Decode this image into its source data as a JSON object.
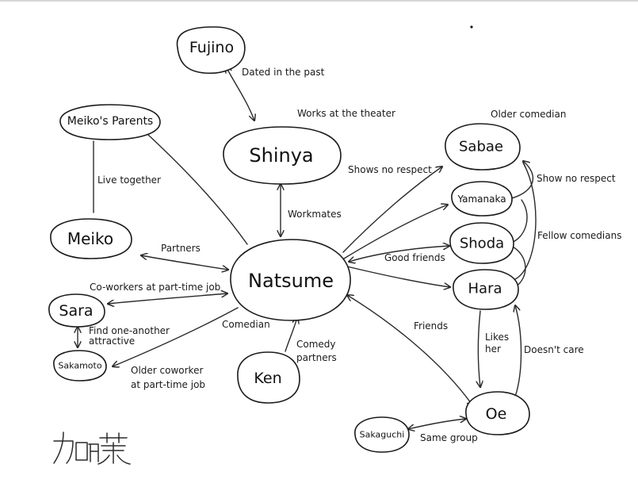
{
  "nodes": {
    "fujino": "Fujino",
    "shinya": "Shinya",
    "meiko_parents": "Meiko's Parents",
    "meiko": "Meiko",
    "natsume": "Natsume",
    "sara": "Sara",
    "sakamoto": "Sakamoto",
    "ken": "Ken",
    "sabae": "Sabae",
    "yamanaka": "Yamanaka",
    "shoda": "Shoda",
    "hara": "Hara",
    "oe": "Oe",
    "sakaguchi": "Sakaguchi"
  },
  "labels": {
    "dated_in_the_past": "Dated in the past",
    "works_at_the_theater": "Works at the theater",
    "live_together": "Live together",
    "workmates": "Workmates",
    "partners": "Partners",
    "coworkers_line1": "Co-workers at part-time job",
    "find_line1": "Find one-another",
    "find_line2": "attractive",
    "comedian": "Comedian",
    "older_coworker_line1": "Older coworker",
    "older_coworker_line2": "at part-time job",
    "comedy_partners_line1": "Comedy",
    "comedy_partners_line2": "partners",
    "older_comedian": "Older comedian",
    "shows_no_respect": "Shows no respect",
    "show_no_respect": "Show no respect",
    "fellow_comedians": "Fellow comedians",
    "good_friends": "Good friends",
    "friends": "Friends",
    "likes_her_line1": "Likes",
    "likes_her_line2": "her",
    "doesnt_care": "Doesn't care",
    "same_group": "Same group"
  },
  "signature": "加藤"
}
